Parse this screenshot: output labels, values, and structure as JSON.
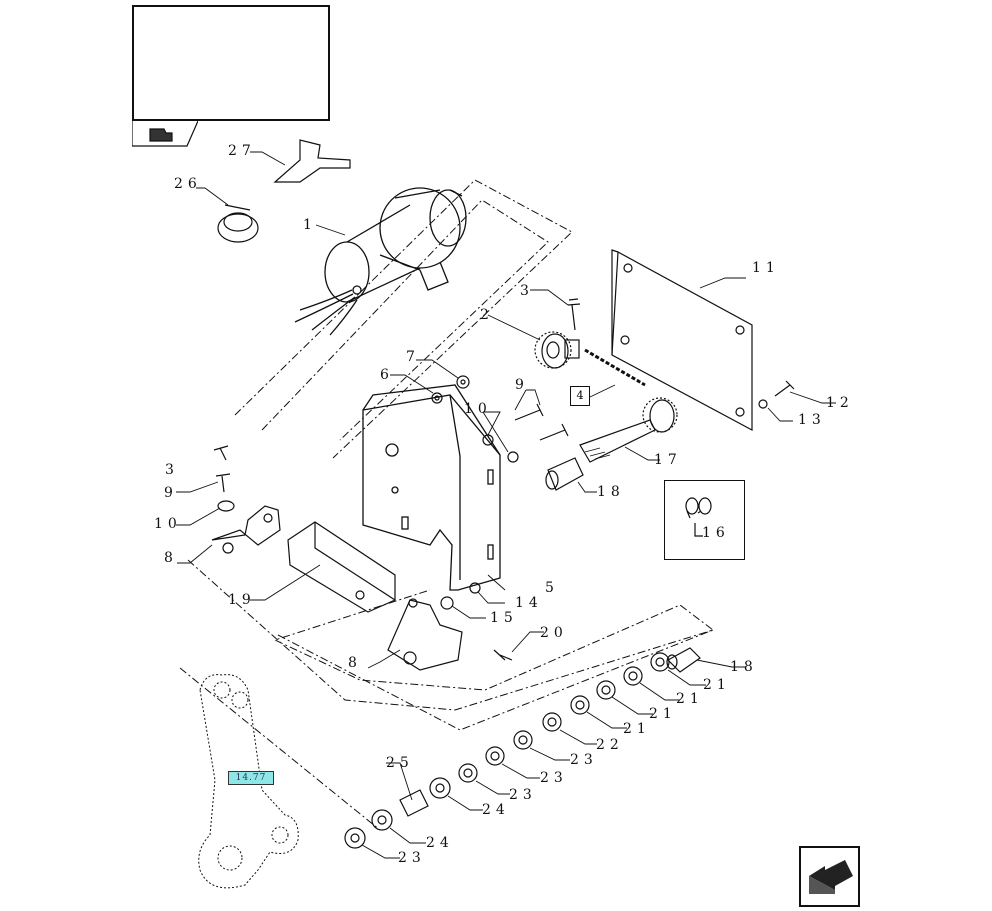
{
  "labels": {
    "l1": "1",
    "l2": "2",
    "l3a": "3",
    "l3b": "3",
    "l4": "4",
    "l5": "5",
    "l6": "6",
    "l7": "7",
    "l8a": "8",
    "l8b": "8",
    "l9a": "9",
    "l9b": "9",
    "l10a": "10",
    "l10b": "10",
    "l11": "11",
    "l12": "12",
    "l13": "13",
    "l14": "14",
    "l15": "15",
    "l16": "16",
    "l17": "17",
    "l18a": "18",
    "l18b": "18",
    "l19": "19",
    "l20": "20",
    "l21a": "21",
    "l21b": "21",
    "l21c": "21",
    "l22": "22",
    "l23a": "23",
    "l23b": "23",
    "l23c": "23",
    "l23d": "23",
    "l24a": "24",
    "l24b": "24",
    "l25": "25",
    "l26": "26",
    "l27": "27"
  },
  "ref_cyan": "14.77",
  "icons": {
    "thumbnail": "machine-overview-thumbnail",
    "tab": "folder-tab-icon",
    "next": "next-page-arrow-icon"
  },
  "colors": {
    "line": "#111111",
    "ref_highlight": "#8ee6e6"
  }
}
